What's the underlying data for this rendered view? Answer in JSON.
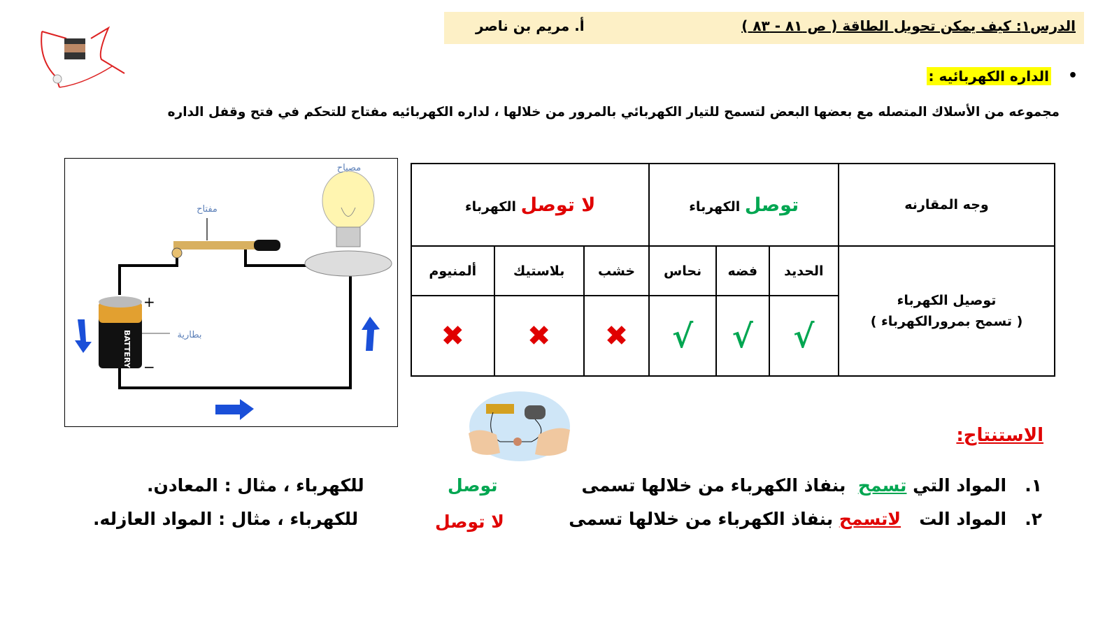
{
  "header": {
    "lesson_title": "الدرس١:  كيف يمكن تحويل الطاقة    ( ص ٨١ - ٨٣ )",
    "author": "أ. مريم بن ناصر"
  },
  "section": {
    "bullet": "•",
    "heading": "الداره الكهربائيه :",
    "definition": "مجموعه من الأسلاك المتصله مع بعضها البعض لتسمح للتيار الكهربائي بالمرور من خلالها ، لداره الكهربائيه مفتاح للتحكم في فتح وقفل الداره"
  },
  "table": {
    "corner": "وجه المقارنه",
    "conduct_word": "توصل",
    "not_conduct_word": "لا توصل",
    "electricity_word": "الكهرباء",
    "row_label_1": "توصيل الكهرباء",
    "row_label_2": "( تسمح بمرورالكهرباء )",
    "materials": [
      "الحديد",
      "فضه",
      "نحاس",
      "خشب",
      "بلاستيك",
      "ألمنيوم"
    ],
    "marks": [
      "√",
      "√",
      "√",
      "✖",
      "✖",
      "✖"
    ]
  },
  "diagram": {
    "lamp": "مصباح",
    "switch": "مفتاح",
    "battery": "بطارية",
    "battery_text": "BATTERY",
    "plus": "+",
    "minus": "−"
  },
  "conclusion": {
    "heading": "الاستنتاج:",
    "line1_num": "١.",
    "line1_start": "المواد التي",
    "line1_key": "تسمح",
    "line1_mid": "بنفاذ الكهرباء من خلالها تسمى",
    "line1_answer": "توصل",
    "line1_end": "للكهرباء ، مثال : المعادن.",
    "line2_num": "٢.",
    "line2_start": "المواد الت",
    "line2_key": "لاتسمح",
    "line2_mid": "بنفاذ الكهرباء من خلالها تسمى",
    "line2_answer": "لا توصل",
    "line2_end": "للكهرباء ، مثال : المواد العازله."
  },
  "colors": {
    "green": "#00a651",
    "red": "#e00000",
    "highlight": "#ffff00",
    "header_bg": "#fdf0c6"
  }
}
